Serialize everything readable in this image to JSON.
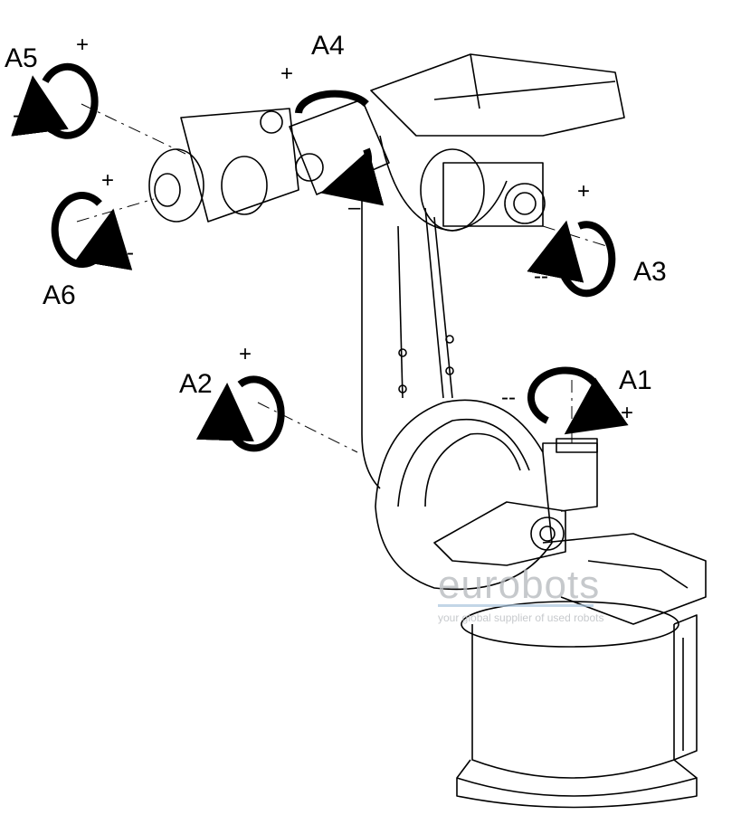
{
  "axes": [
    {
      "label": "A1",
      "plus": "+",
      "minus": "--"
    },
    {
      "label": "A2",
      "plus": "+",
      "minus": "--"
    },
    {
      "label": "A3",
      "plus": "+",
      "minus": "--"
    },
    {
      "label": "A4",
      "plus": "+",
      "minus": "–"
    },
    {
      "label": "A5",
      "plus": "+",
      "minus": "--"
    },
    {
      "label": "A6",
      "plus": "+",
      "minus": "--"
    }
  ],
  "watermark": {
    "brand": "eurobots",
    "tagline": "your global supplier of used robots"
  },
  "colors": {
    "line": "#000000",
    "watermark": "#b9bcc0",
    "watermark_bar": "#a9c4dd"
  }
}
